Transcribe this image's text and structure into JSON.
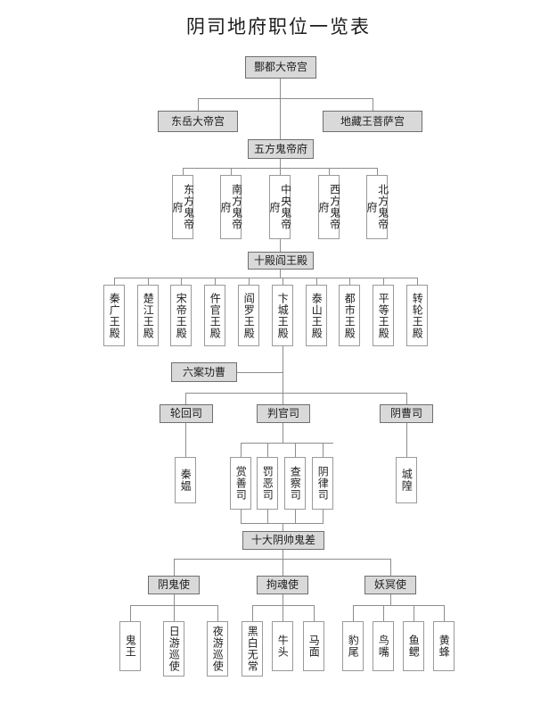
{
  "title": "阴司地府职位一览表",
  "colors": {
    "filled_bg": "#d9d9d9",
    "filled_border": "#6f6f6f",
    "plain_bg": "#ffffff",
    "plain_border": "#9a9a9a",
    "line": "#8d8d8d",
    "text": "#1d1d1d",
    "page_bg": "#ffffff"
  },
  "levels": {
    "level1": {
      "label": "level-1-supreme-palace",
      "nodes": [
        "酆都大帝宫"
      ]
    },
    "level2": {
      "label": "level-2-palaces",
      "nodes": [
        "东岳大帝宫",
        "地藏王菩萨宫"
      ]
    },
    "level3": {
      "label": "level-3-five-ghost-emperors-office",
      "nodes": [
        "五方鬼帝府"
      ]
    },
    "level4": {
      "label": "level-4-five-directional-offices",
      "nodes": [
        "东方鬼帝府",
        "南方鬼帝府",
        "中央鬼帝府",
        "西方鬼帝府",
        "北方鬼帝府"
      ]
    },
    "level5": {
      "label": "level-5-ten-yama-halls-header",
      "nodes": [
        "十殿阎王殿"
      ]
    },
    "level6": {
      "label": "level-6-ten-yama-halls",
      "nodes": [
        "秦广王殿",
        "楚江王殿",
        "宋帝王殿",
        "仵官王殿",
        "阎罗王殿",
        "卞城王殿",
        "泰山王殿",
        "都市王殿",
        "平等王殿",
        "转轮王殿"
      ]
    },
    "level7": {
      "label": "level-7-six-case-officer",
      "nodes": [
        "六案功曹"
      ]
    },
    "level8": {
      "label": "level-8-three-departments",
      "nodes": [
        "轮回司",
        "判官司",
        "阴曹司"
      ]
    },
    "level9": {
      "label": "level-9-department-subordinates",
      "nodes": [
        "秦媪",
        "赏善司",
        "罚恶司",
        "查察司",
        "阴律司",
        "城隍"
      ]
    },
    "level10": {
      "label": "level-10-ten-ghost-marshals-header",
      "nodes": [
        "十大阴帅鬼差"
      ]
    },
    "level11": {
      "label": "level-11-three-envoys",
      "nodes": [
        "阴鬼使",
        "拘魂使",
        "妖冥使"
      ]
    },
    "level12": {
      "label": "level-12-ten-marshals",
      "nodes": [
        "鬼王",
        "日游巡使",
        "夜游巡使",
        "黑白无常",
        "牛头",
        "马面",
        "豹尾",
        "鸟嘴",
        "鱼鳃",
        "黄蜂"
      ]
    }
  },
  "chart_data": {
    "type": "diagram",
    "diagram_type": "organizational-hierarchy-tree",
    "title": "阴司地府职位一览表",
    "orientation": "top-down",
    "tree": {
      "name": "酆都大帝宫",
      "children": [
        {
          "name": "东岳大帝宫",
          "children": []
        },
        {
          "name": "地藏王菩萨宫",
          "children": []
        },
        {
          "name": "五方鬼帝府",
          "children": [
            {
              "name": "东方鬼帝府"
            },
            {
              "name": "南方鬼帝府"
            },
            {
              "name": "中央鬼帝府"
            },
            {
              "name": "西方鬼帝府"
            },
            {
              "name": "北方鬼帝府"
            }
          ],
          "next": {
            "name": "十殿阎王殿",
            "children": [
              {
                "name": "秦广王殿"
              },
              {
                "name": "楚江王殿"
              },
              {
                "name": "宋帝王殿"
              },
              {
                "name": "仵官王殿"
              },
              {
                "name": "阎罗王殿"
              },
              {
                "name": "卞城王殿"
              },
              {
                "name": "泰山王殿"
              },
              {
                "name": "都市王殿"
              },
              {
                "name": "平等王殿"
              },
              {
                "name": "转轮王殿"
              }
            ],
            "next": {
              "name": "六案功曹",
              "children": [
                {
                  "name": "轮回司",
                  "children": [
                    {
                      "name": "秦媪"
                    }
                  ]
                },
                {
                  "name": "判官司",
                  "children": [
                    {
                      "name": "赏善司"
                    },
                    {
                      "name": "罚恶司"
                    },
                    {
                      "name": "查察司"
                    },
                    {
                      "name": "阴律司"
                    }
                  ]
                },
                {
                  "name": "阴曹司",
                  "children": [
                    {
                      "name": "城隍"
                    }
                  ]
                }
              ],
              "next": {
                "name": "十大阴帅鬼差",
                "children": [
                  {
                    "name": "阴鬼使",
                    "children": [
                      {
                        "name": "鬼王"
                      },
                      {
                        "name": "日游巡使"
                      },
                      {
                        "name": "夜游巡使"
                      }
                    ]
                  },
                  {
                    "name": "拘魂使",
                    "children": [
                      {
                        "name": "黑白无常"
                      },
                      {
                        "name": "牛头"
                      },
                      {
                        "name": "马面"
                      }
                    ]
                  },
                  {
                    "name": "妖冥使",
                    "children": [
                      {
                        "name": "豹尾"
                      },
                      {
                        "name": "鸟嘴"
                      },
                      {
                        "name": "鱼鳃"
                      },
                      {
                        "name": "黄蜂"
                      }
                    ]
                  }
                ]
              }
            }
          }
        }
      ]
    },
    "node_count": 38,
    "depth": 12
  }
}
